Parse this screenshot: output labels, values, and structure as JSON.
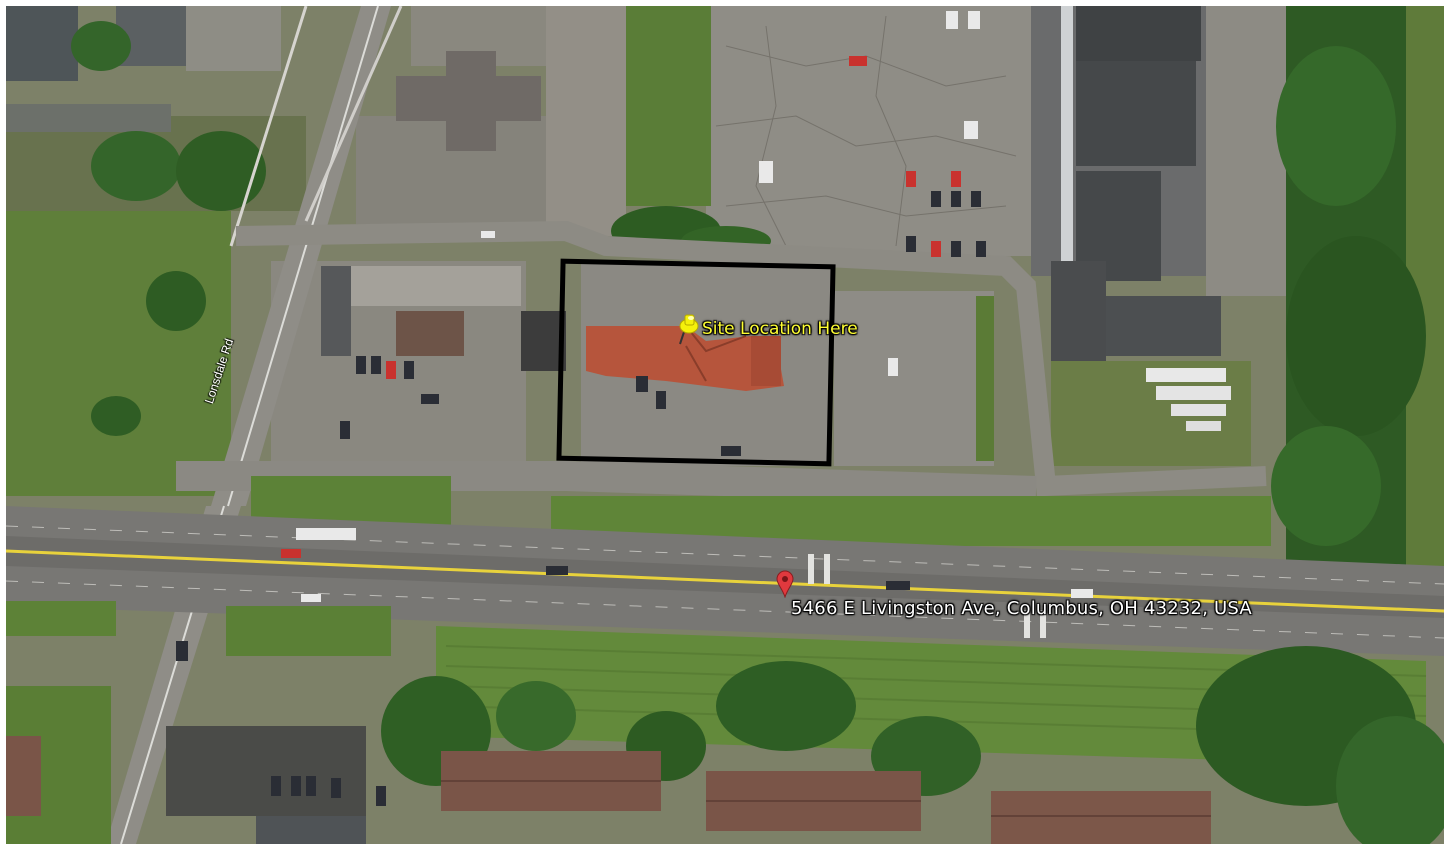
{
  "map": {
    "labels": {
      "site_label": "Site Location Here",
      "address_label": "5466 E Livingston Ave, Columbus, OH 43232, USA",
      "road_label": "Lonsdale Rd"
    },
    "markers": {
      "site_pin": "yellow-pushpin-icon",
      "address_pin": "red-map-pin-icon"
    },
    "colors": {
      "pin_red": "#e0393e",
      "pushpin_yellow": "#f5f10a",
      "site_box": "#000000",
      "center_line": "#e8d23c",
      "grass": "#5e7a36",
      "trees": "#2f5a22",
      "pavement": "#8c8a84",
      "roof_brown": "#7a5548",
      "roof_red": "#b4553c"
    }
  }
}
